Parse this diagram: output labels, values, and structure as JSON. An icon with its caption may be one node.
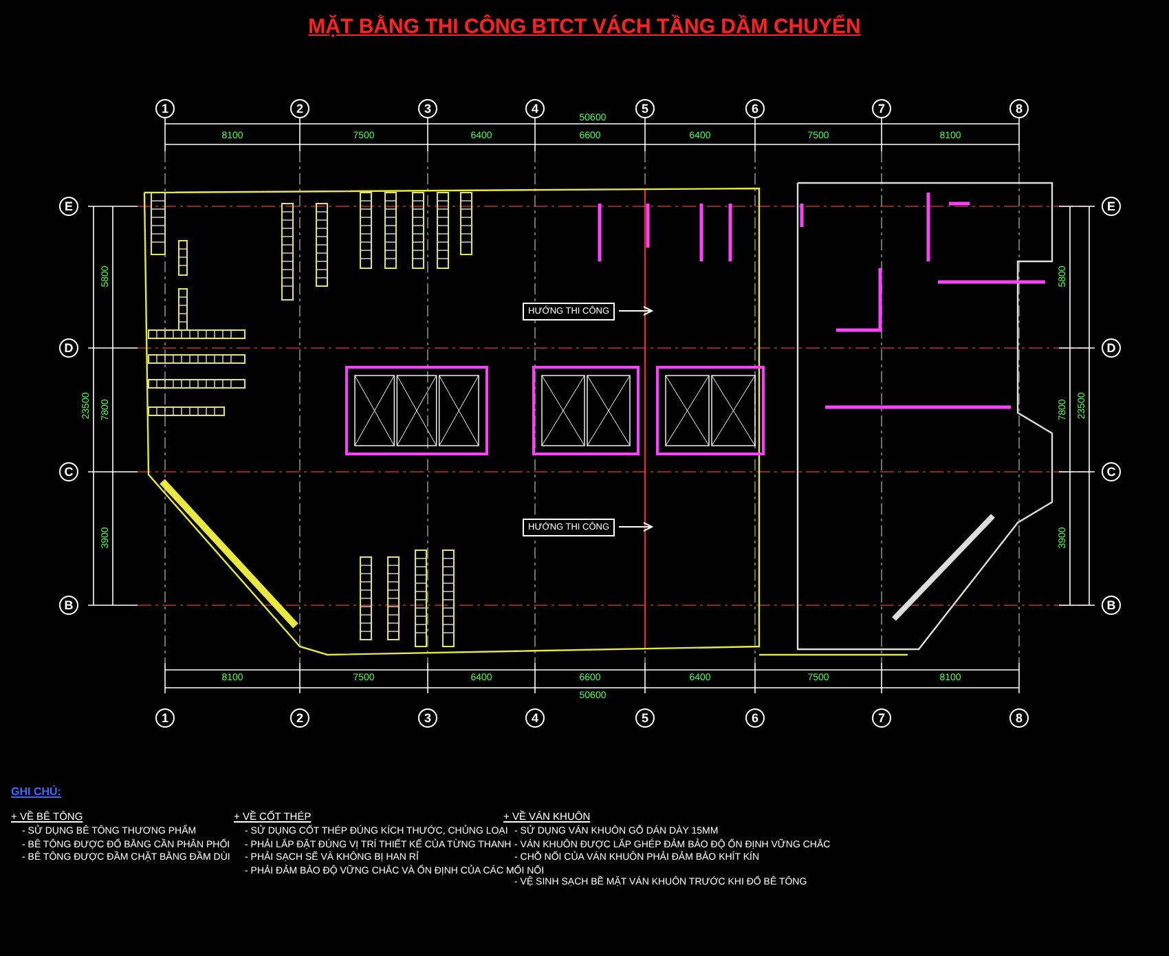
{
  "diagram": {
    "title": "MẶT BẰNG THI CÔNG BTCT VÁCH TẦNG DẦM CHUYỂN",
    "nodes": [
      {
        "text": [
          "HƯỚNG THI CÔNG"
        ]
      },
      {
        "text": [
          "HƯỚNG THI CÔNG"
        ]
      }
    ],
    "edges": [],
    "labels": [
      "1",
      "2",
      "3",
      "4",
      "5",
      "6",
      "7",
      "8",
      "50600",
      "8100",
      "7500",
      "6400",
      "6600",
      "6400",
      "7500",
      "8100",
      "E",
      "D",
      "C",
      "B",
      "5800",
      "7800",
      "3900",
      "23500",
      "5800",
      "7800",
      "3900",
      "23500",
      "E",
      "D",
      "C",
      "B",
      "8100",
      "7500",
      "6400",
      "6600",
      "6400",
      "7500",
      "8100",
      "50600",
      "1",
      "2",
      "3",
      "4",
      "5",
      "6",
      "7",
      "8",
      "GHI CHÚ:",
      "+ VỀ BÊ TÔNG",
      "- SỬ DỤNG BÊ TÔNG THƯƠNG PHẨM",
      "- BÊ TÔNG ĐƯỢC ĐỔ BẰNG CẦN PHÂN PHỐI",
      "- BÊ TÔNG ĐƯỢC ĐẦM CHẶT BẰNG ĐẦM DÙI",
      "+ VỀ CỐT THÉP",
      "- SỬ DỤNG CỐT THÉP ĐÚNG KÍCH THƯỚC, CHỦNG LOẠI",
      "- PHẢI LẮP ĐẶT ĐÚNG VỊ TRÍ THIẾT KẾ CỦA TỪNG THANH",
      "- PHẢI SẠCH SẼ VÀ KHÔNG BỊ HAN RỈ",
      "- PHẢI ĐẢM BẢO ĐỘ VỮNG CHẮC VÀ ỔN ĐỊNH CỦA CÁC MỐI NỐI",
      "+ VỀ VÁN KHUÔN",
      "- SỬ DỤNG VÁN KHUÔN GỖ DÁN DÀY 15MM",
      "- VÁN KHUÔN ĐƯỢC LẮP GHÉP ĐẢM BẢO ĐỘ ỔN ĐỊNH VỮNG CHẮC",
      "- CHỖ NỐI CỦA VÁN KHUÔN PHẢI ĐẢM BẢO KHÍT KÍN",
      "- VỆ SINH SẠCH BỀ MẶT VÁN KHUÔN TRƯỚC KHI ĐỔ BÊ TÔNG"
    ]
  }
}
